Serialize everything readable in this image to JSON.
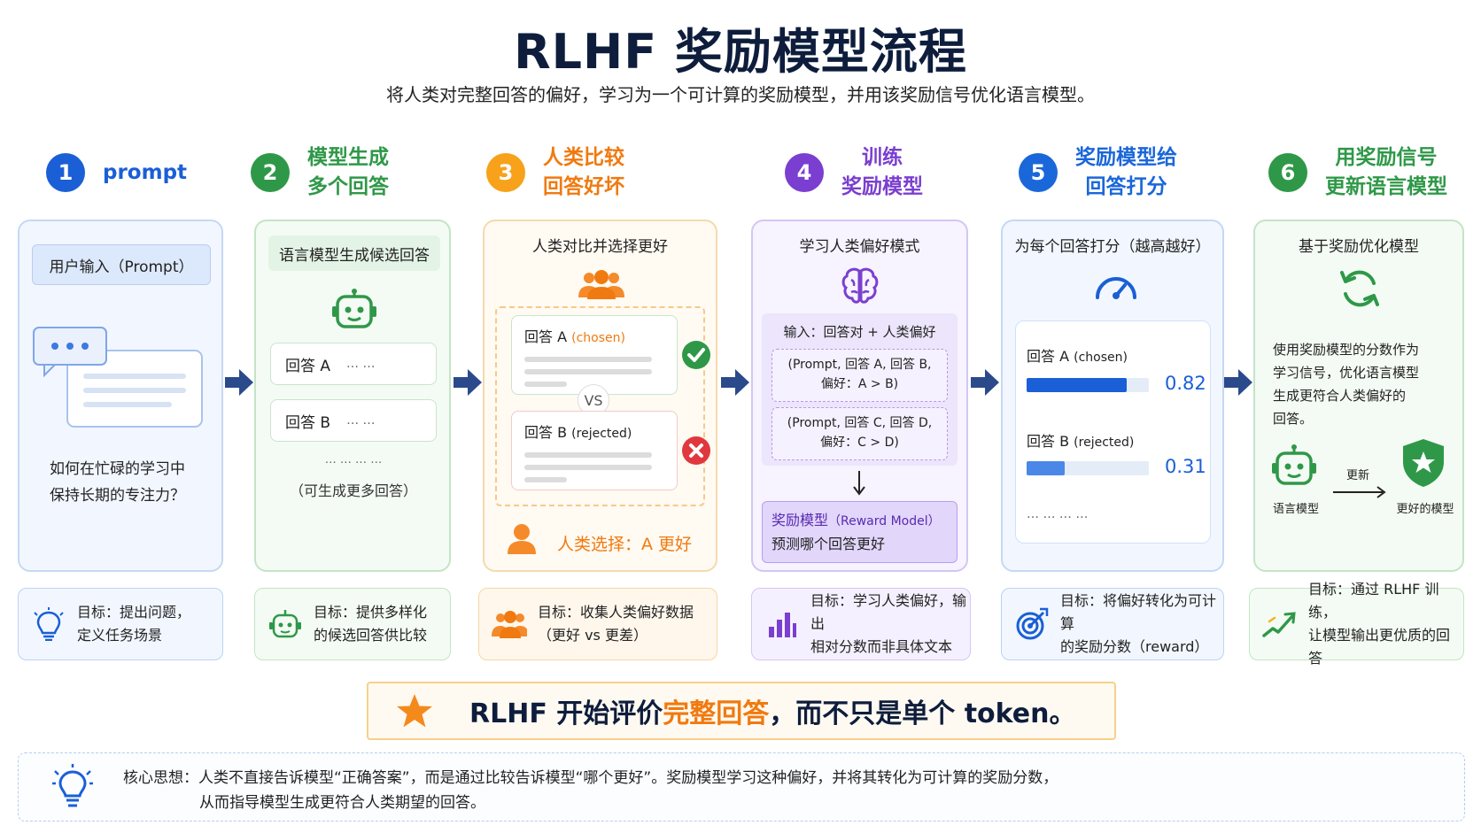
{
  "header": {
    "title": "RLHF 奖励模型流程",
    "subtitle": "将人类对完整回答的偏好，学习为一个可计算的奖励模型，并用该奖励信号优化语言模型。"
  },
  "colors": {
    "step1": "#1a5fd6",
    "step2": "#2f9848",
    "step3": "#f07a10",
    "step4": "#7a3fd0",
    "step5": "#1a67d9",
    "step6": "#2f9848"
  },
  "steps": [
    {
      "num": "1",
      "title_l1": "prompt",
      "title_l2": ""
    },
    {
      "num": "2",
      "title_l1": "模型生成",
      "title_l2": "多个回答"
    },
    {
      "num": "3",
      "title_l1": "人类比较",
      "title_l2": "回答好坏"
    },
    {
      "num": "4",
      "title_l1": "训练",
      "title_l2": "奖励模型"
    },
    {
      "num": "5",
      "title_l1": "奖励模型给",
      "title_l2": "回答打分"
    },
    {
      "num": "6",
      "title_l1": "用奖励信号",
      "title_l2": "更新语言模型"
    }
  ],
  "card1": {
    "input_label": "用户输入（Prompt）",
    "question_l1": "如何在忙碌的学习中",
    "question_l2": "保持长期的专注力？"
  },
  "card2": {
    "header": "语言模型生成候选回答",
    "answer_a": "回答 A",
    "answer_b": "回答 B",
    "dots": "… …",
    "more_dots": "… …   … …",
    "more": "（可生成更多回答）"
  },
  "card3": {
    "header": "人类对比并选择更好",
    "option_a_label": "回答 A",
    "option_a_tag": "(chosen)",
    "vs": "VS",
    "option_b_label": "回答 B",
    "option_b_tag": "(rejected)",
    "choice": "人类选择：A 更好"
  },
  "card4": {
    "header": "学习人类偏好模式",
    "input_label": "输入：回答对 + 人类偏好",
    "pair1_l1": "(Prompt, 回答 A, 回答 B,",
    "pair1_l2": "偏好：A > B)",
    "pair2_l1": "(Prompt, 回答 C, 回答 D,",
    "pair2_l2": "偏好：C > D)",
    "rm_name": "奖励模型",
    "rm_en": "（Reward Model）",
    "rm_desc": "预测哪个回答更好"
  },
  "card5": {
    "header": "为每个回答打分（越高越好）",
    "a_label": "回答 A",
    "a_tag": "(chosen)",
    "a_score": "0.82",
    "b_label": "回答 B",
    "b_tag": "(rejected)",
    "b_score": "0.31",
    "dots": "… …   … …"
  },
  "chart_data": {
    "type": "bar",
    "categories": [
      "回答 A (chosen)",
      "回答 B (rejected)"
    ],
    "values": [
      0.82,
      0.31
    ],
    "ylim": [
      0,
      1
    ]
  },
  "card6": {
    "header": "基于奖励优化模型",
    "desc_l1": "使用奖励模型的分数作为",
    "desc_l2": "学习信号，优化语言模型",
    "desc_l3": "生成更符合人类偏好的",
    "desc_l4": "回答。",
    "update_label": "更新",
    "lm_label": "语言模型",
    "better_label": "更好的模型"
  },
  "goals": [
    {
      "l1": "目标：提出问题，",
      "l2": "定义任务场景",
      "icon": "lightbulb-icon"
    },
    {
      "l1": "目标：提供多样化",
      "l2": "的候选回答供比较",
      "icon": "robot-icon"
    },
    {
      "l1": "目标：收集人类偏好数据",
      "l2": "（更好 vs 更差）",
      "icon": "people-icon"
    },
    {
      "l1": "目标：学习人类偏好，输出",
      "l2": "相对分数而非具体文本",
      "icon": "bar-chart-icon"
    },
    {
      "l1": "目标：将偏好转化为可计算",
      "l2": "的奖励分数（reward）",
      "icon": "target-icon"
    },
    {
      "l1": "目标：通过 RLHF 训练，",
      "l2": "让模型输出更优质的回答",
      "icon": "trend-up-icon"
    }
  ],
  "banner": {
    "pre": "RLHF 开始评价",
    "highlight": "完整回答",
    "post": "，而不只是单个 token。"
  },
  "core": {
    "l1": "核心思想：人类不直接告诉模型“正确答案”，而是通过比较告诉模型“哪个更好”。奖励模型学习这种偏好，并将其转化为可计算的奖励分数，",
    "l2": "从而指导模型生成更符合人类期望的回答。"
  }
}
